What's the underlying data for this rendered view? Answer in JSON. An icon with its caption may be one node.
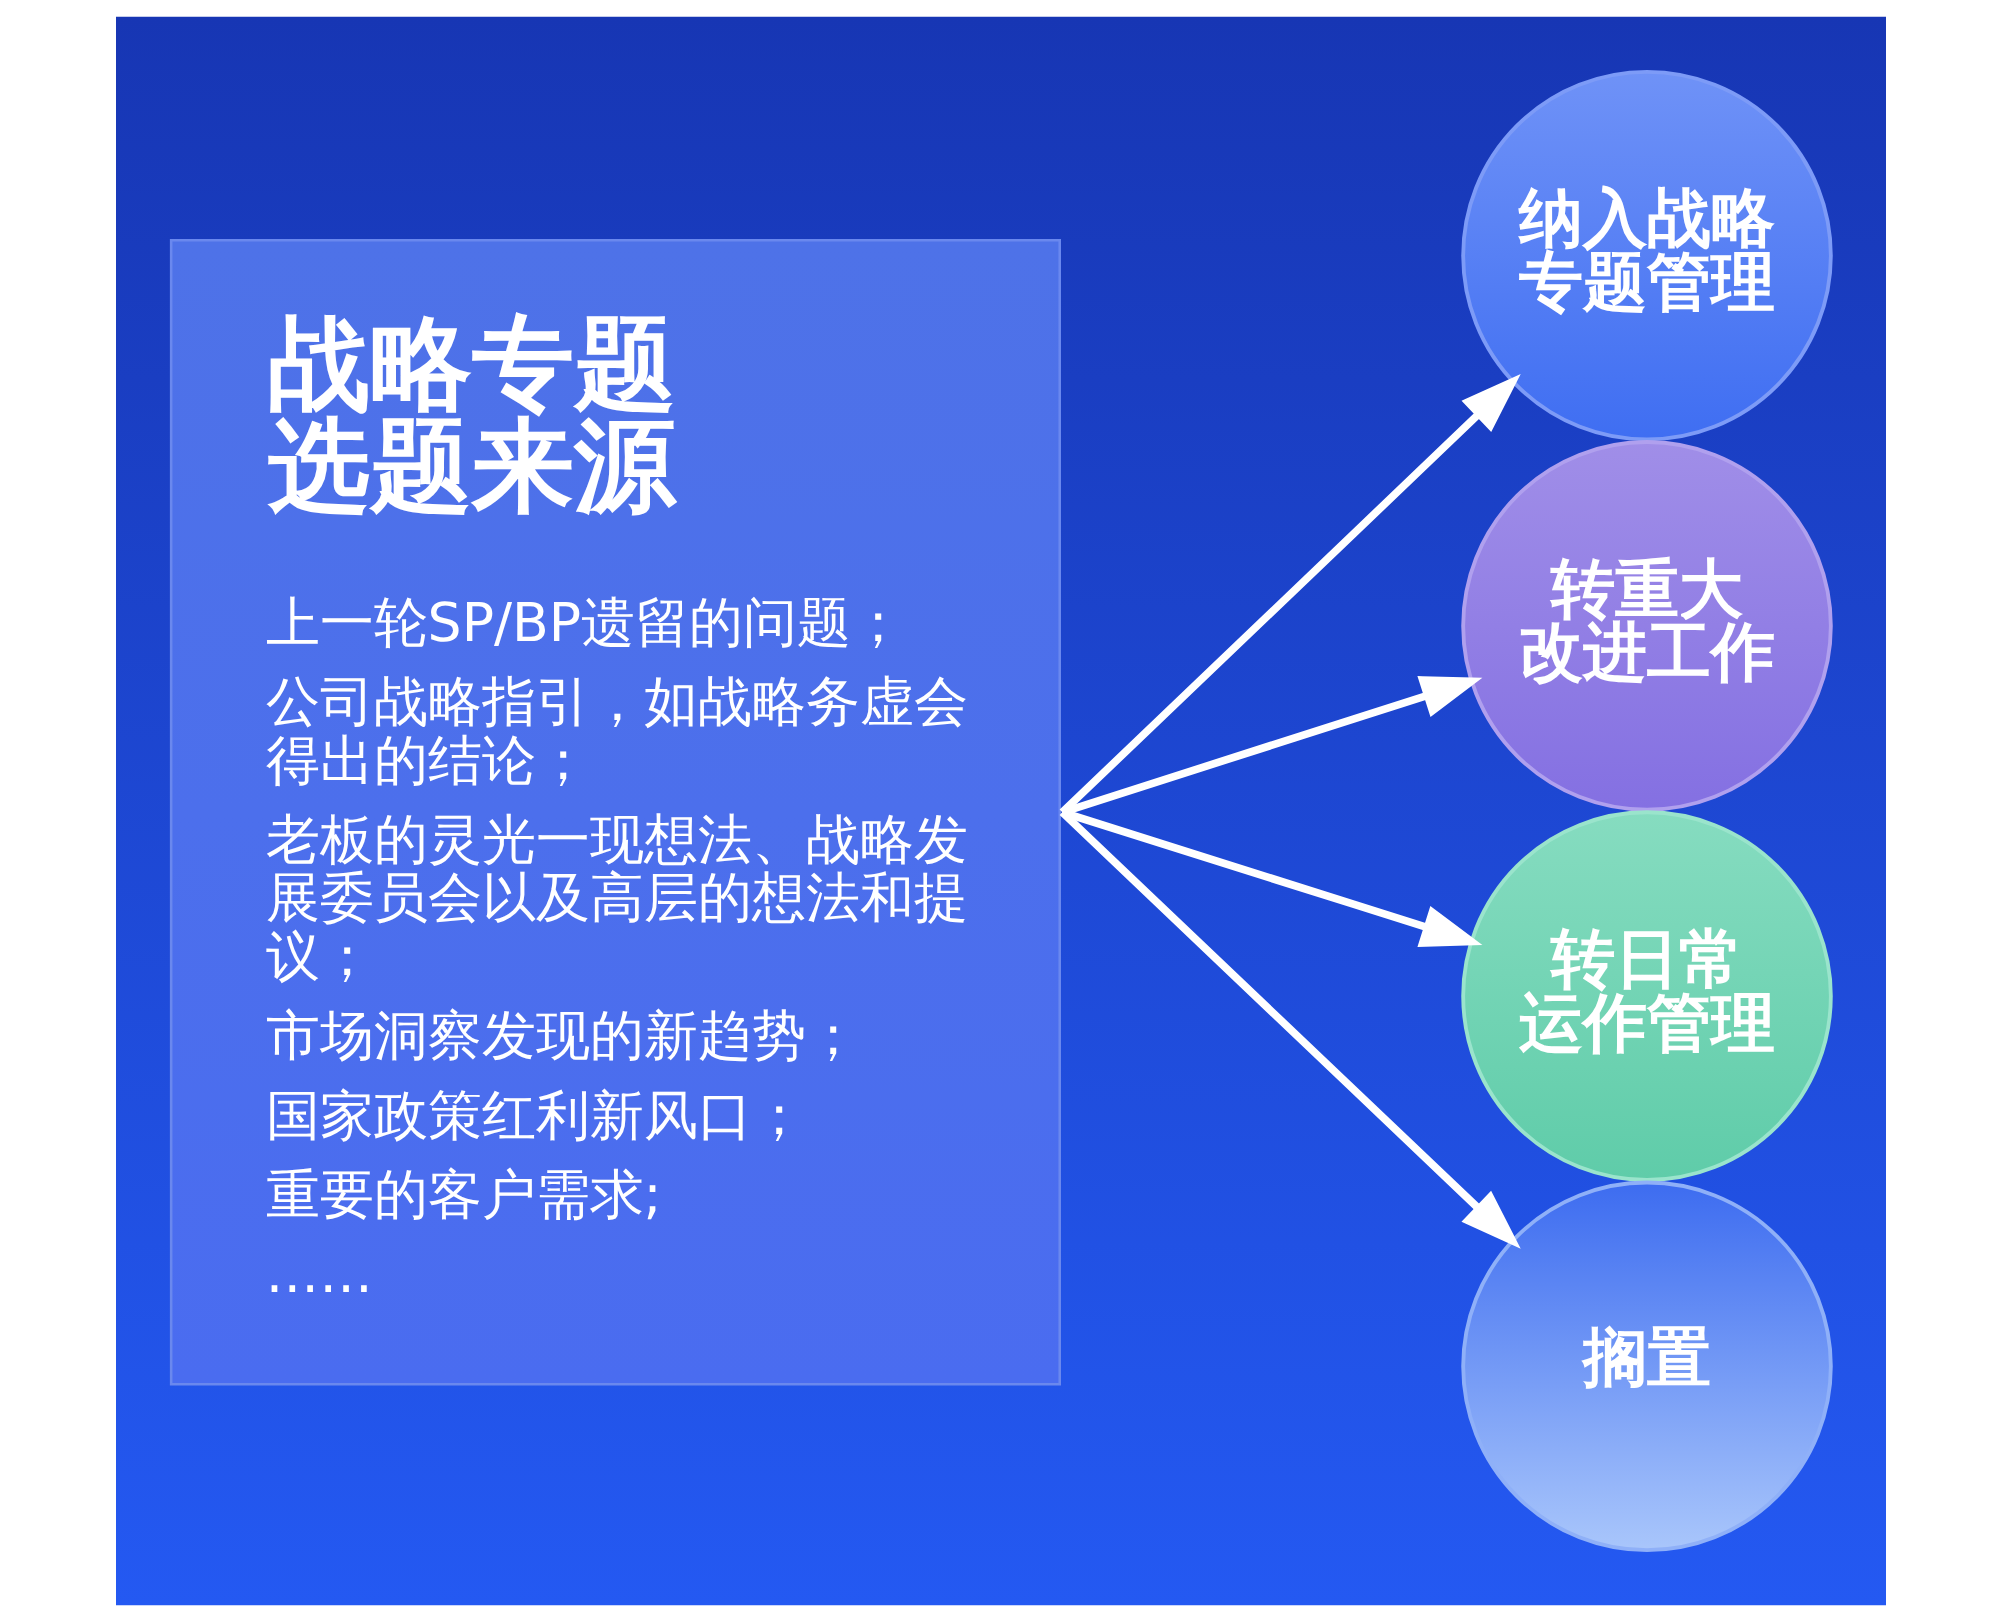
{
  "diagram": {
    "nodes": [
      {
        "text": [
          "战略专题选题来源",
          "上一轮SP/BP遗留的问题；",
          "公司战略指引，如战略务虚会得出的结论；",
          "老板的灵光一现想法、战略发展委员会以及高层的想法和提议；",
          "市场洞察发现的新趋势；",
          "国家政策红利新风口；",
          "重要的客户需求;",
          "……"
        ]
      },
      {
        "text": [
          "纳入战略专题管理"
        ]
      },
      {
        "text": [
          "转重大改进工作"
        ]
      },
      {
        "text": [
          "转日常运作管理"
        ]
      },
      {
        "text": [
          "搁置"
        ]
      }
    ],
    "edges": [
      {
        "from": 0,
        "to": 1,
        "arrow": "to"
      },
      {
        "from": 0,
        "to": 2,
        "arrow": "to"
      },
      {
        "from": 0,
        "to": 3,
        "arrow": "to"
      },
      {
        "from": 0,
        "to": 4,
        "arrow": "to"
      }
    ]
  }
}
